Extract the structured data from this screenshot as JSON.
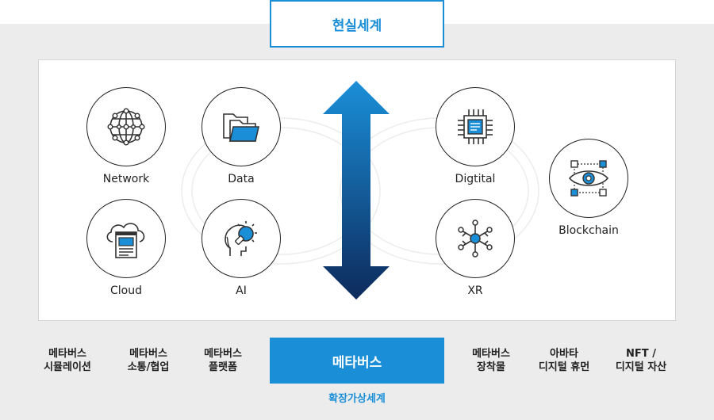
{
  "top": {
    "label": "현실세계"
  },
  "nodes": {
    "network": {
      "label": "Network"
    },
    "data": {
      "label": "Data"
    },
    "cloud": {
      "label": "Cloud"
    },
    "ai": {
      "label": "AI"
    },
    "digital": {
      "label": "Digtital"
    },
    "xr": {
      "label": "XR"
    },
    "blockchain": {
      "label": "Blockchain"
    }
  },
  "bottom": {
    "items": [
      {
        "line1": "메타버스",
        "line2": "시뮬레이션"
      },
      {
        "line1": "메타버스",
        "line2": "소통/협업"
      },
      {
        "line1": "메타버스",
        "line2": "플랫폼"
      },
      {
        "line1": "메타버스",
        "line2": "장착물"
      },
      {
        "line1": "아바타",
        "line2": "디지털 휴먼"
      },
      {
        "line1": "NFT /",
        "line2": "디지털 자산"
      }
    ],
    "center": "메타버스",
    "caption": "확장가상세계"
  },
  "colors": {
    "accent": "#1a8fd8",
    "arrow_top": "#1a8fd8",
    "arrow_bottom": "#0d2a5c",
    "icon_fill": "#1a8fd8"
  },
  "icons": [
    "globe-network-icon",
    "folders-icon",
    "cloud-document-icon",
    "head-lightbulb-icon",
    "chip-icon",
    "hub-icon",
    "eye-blockchain-icon"
  ]
}
